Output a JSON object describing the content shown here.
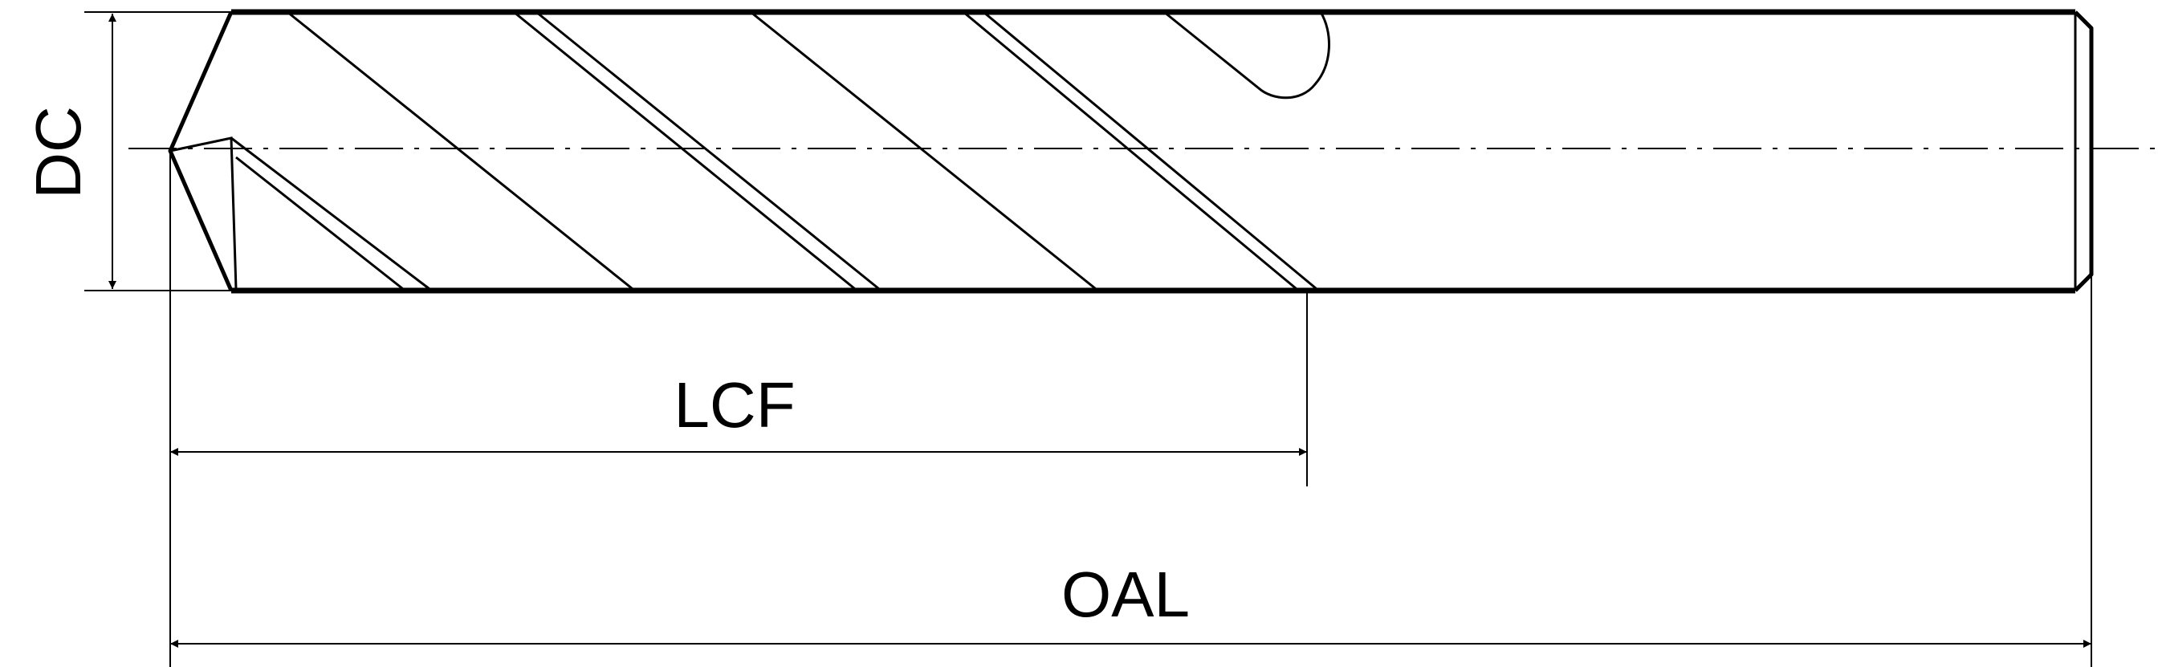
{
  "diagram": {
    "type": "drill-dimension-drawing",
    "line_color": "#000000",
    "background": "#ffffff",
    "labels": {
      "dc": "DC",
      "lcf": "LCF",
      "oal": "OAL"
    }
  }
}
